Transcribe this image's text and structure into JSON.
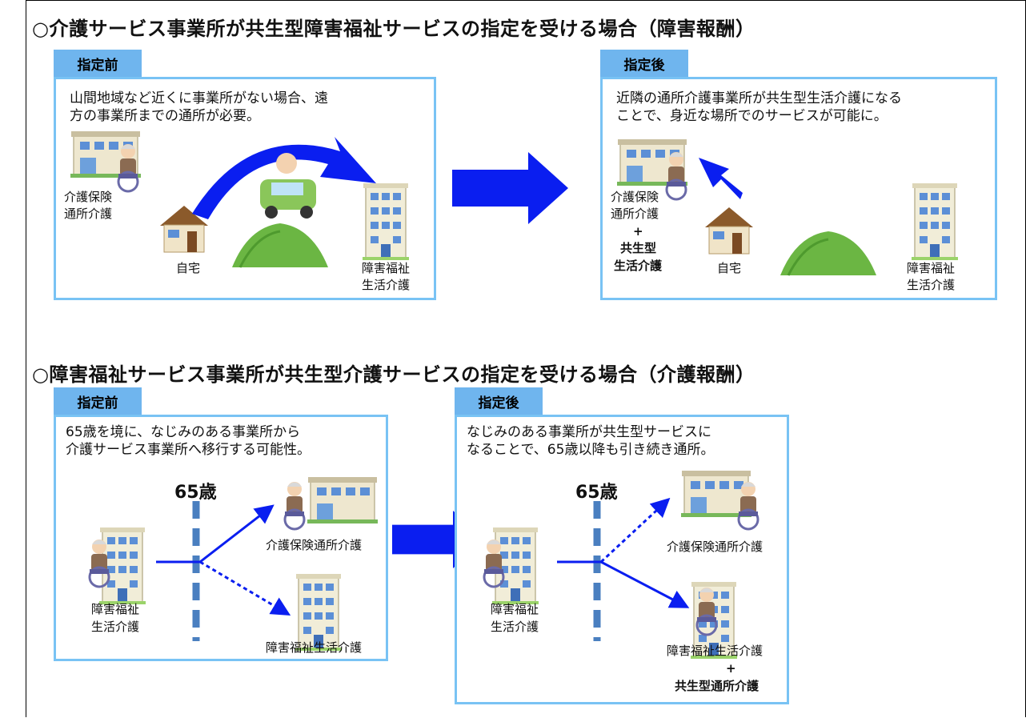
{
  "section1": {
    "heading": "○介護サービス事業所が共生型障害福祉サービスの指定を受ける場合（障害報酬）",
    "before": {
      "tab": "指定前",
      "desc_line1": "山間地域など近くに事業所がない場合、遠",
      "desc_line2": "方の事業所までの通所が必要。",
      "care_label_1": "介護保険",
      "care_label_2": "通所介護",
      "home_label": "自宅",
      "disability_label_1": "障害福祉",
      "disability_label_2": "生活介護"
    },
    "after": {
      "tab": "指定後",
      "desc_line1": "近隣の通所介護事業所が共生型生活介護になる",
      "desc_line2": "ことで、身近な場所でのサービスが可能に。",
      "care_label_1": "介護保険",
      "care_label_2": "通所介護",
      "plus": "+",
      "kyosei_1": "共生型",
      "kyosei_2": "生活介護",
      "home_label": "自宅",
      "disability_label_1": "障害福祉",
      "disability_label_2": "生活介護"
    }
  },
  "section2": {
    "heading": "○障害福祉サービス事業所が共生型介護サービスの指定を受ける場合（介護報酬）",
    "before": {
      "tab": "指定前",
      "desc_line1": "65歳を境に、なじみのある事業所から",
      "desc_line2": "介護サービス事業所へ移行する可能性。",
      "age": "65歳",
      "care_label": "介護保険通所介護",
      "disability_label": "障害福祉生活介護",
      "origin_label_1": "障害福祉",
      "origin_label_2": "生活介護"
    },
    "after": {
      "tab": "指定後",
      "desc_line1": "なじみのある事業所が共生型サービスに",
      "desc_line2": "なることで、65歳以降も引き続き通所。",
      "age": "65歳",
      "care_label": "介護保険通所介護",
      "disability_label": "障害福祉生活介護",
      "plus": "+",
      "kyosei": "共生型通所介護",
      "origin_label_1": "障害福祉",
      "origin_label_2": "生活介護"
    }
  },
  "colors": {
    "box_border": "#79c3f4",
    "tab_bg": "#6fb5ee",
    "arrow_blue": "#0a1ef0",
    "divider": "#4a7fc0",
    "building_wall": "#e9e3c8",
    "hill": "#6bb643",
    "car": "#8ac65a"
  },
  "icons": [
    "care-facility-icon",
    "apartment-building-icon",
    "house-icon",
    "car-driver-icon",
    "hill-icon",
    "elderly-wheelchair-icon",
    "big-right-arrow-icon"
  ]
}
